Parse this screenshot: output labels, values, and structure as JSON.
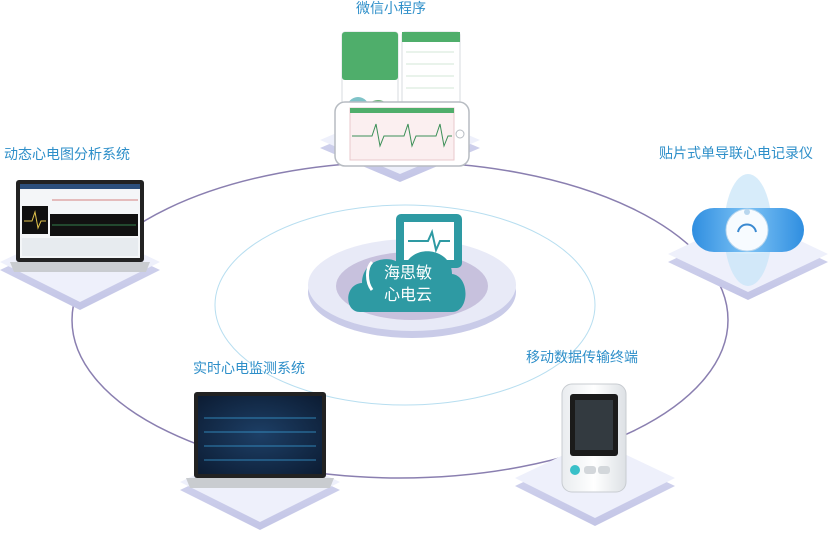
{
  "center": {
    "line1": "海思敏",
    "line2": "心电云"
  },
  "nodes": {
    "mini_program": "微信小程序",
    "holter_system": "动态心电图分析系统",
    "patch_recorder": "贴片式单导联心电记录仪",
    "realtime_monitor": "实时心电监测系统",
    "mobile_terminal": "移动数据传输终端"
  },
  "colors": {
    "label": "#2e8fc9",
    "orbit": "#8a7fb0",
    "cloud": "#2e9aa3",
    "platform_top": "#eef0fb",
    "platform_side": "#c9cbe8"
  }
}
